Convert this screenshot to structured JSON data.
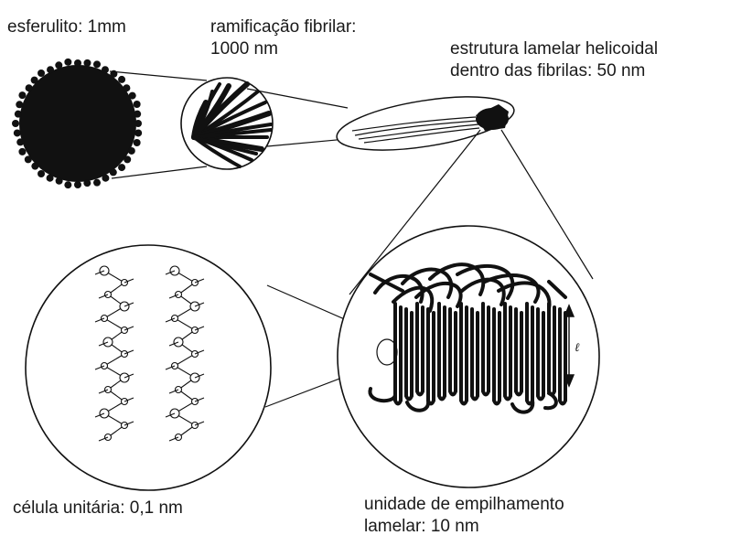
{
  "labels": {
    "spherulite": "esferulito: 1mm",
    "fibril_line1": "ramificação fibrilar:",
    "fibril_line2": "1000 nm",
    "lamellar_line1": "estrutura lamelar helicoidal",
    "lamellar_line2": "dentro das fibrilas: 50 nm",
    "unit_cell": "célula unitária: 0,1 nm",
    "stack_line1": "unidade de empilhamento",
    "stack_line2": "lamelar: 10 nm",
    "lamellar_thickness_symbol": "ℓ"
  },
  "colors": {
    "ink": "#111111",
    "background": "#ffffff"
  }
}
